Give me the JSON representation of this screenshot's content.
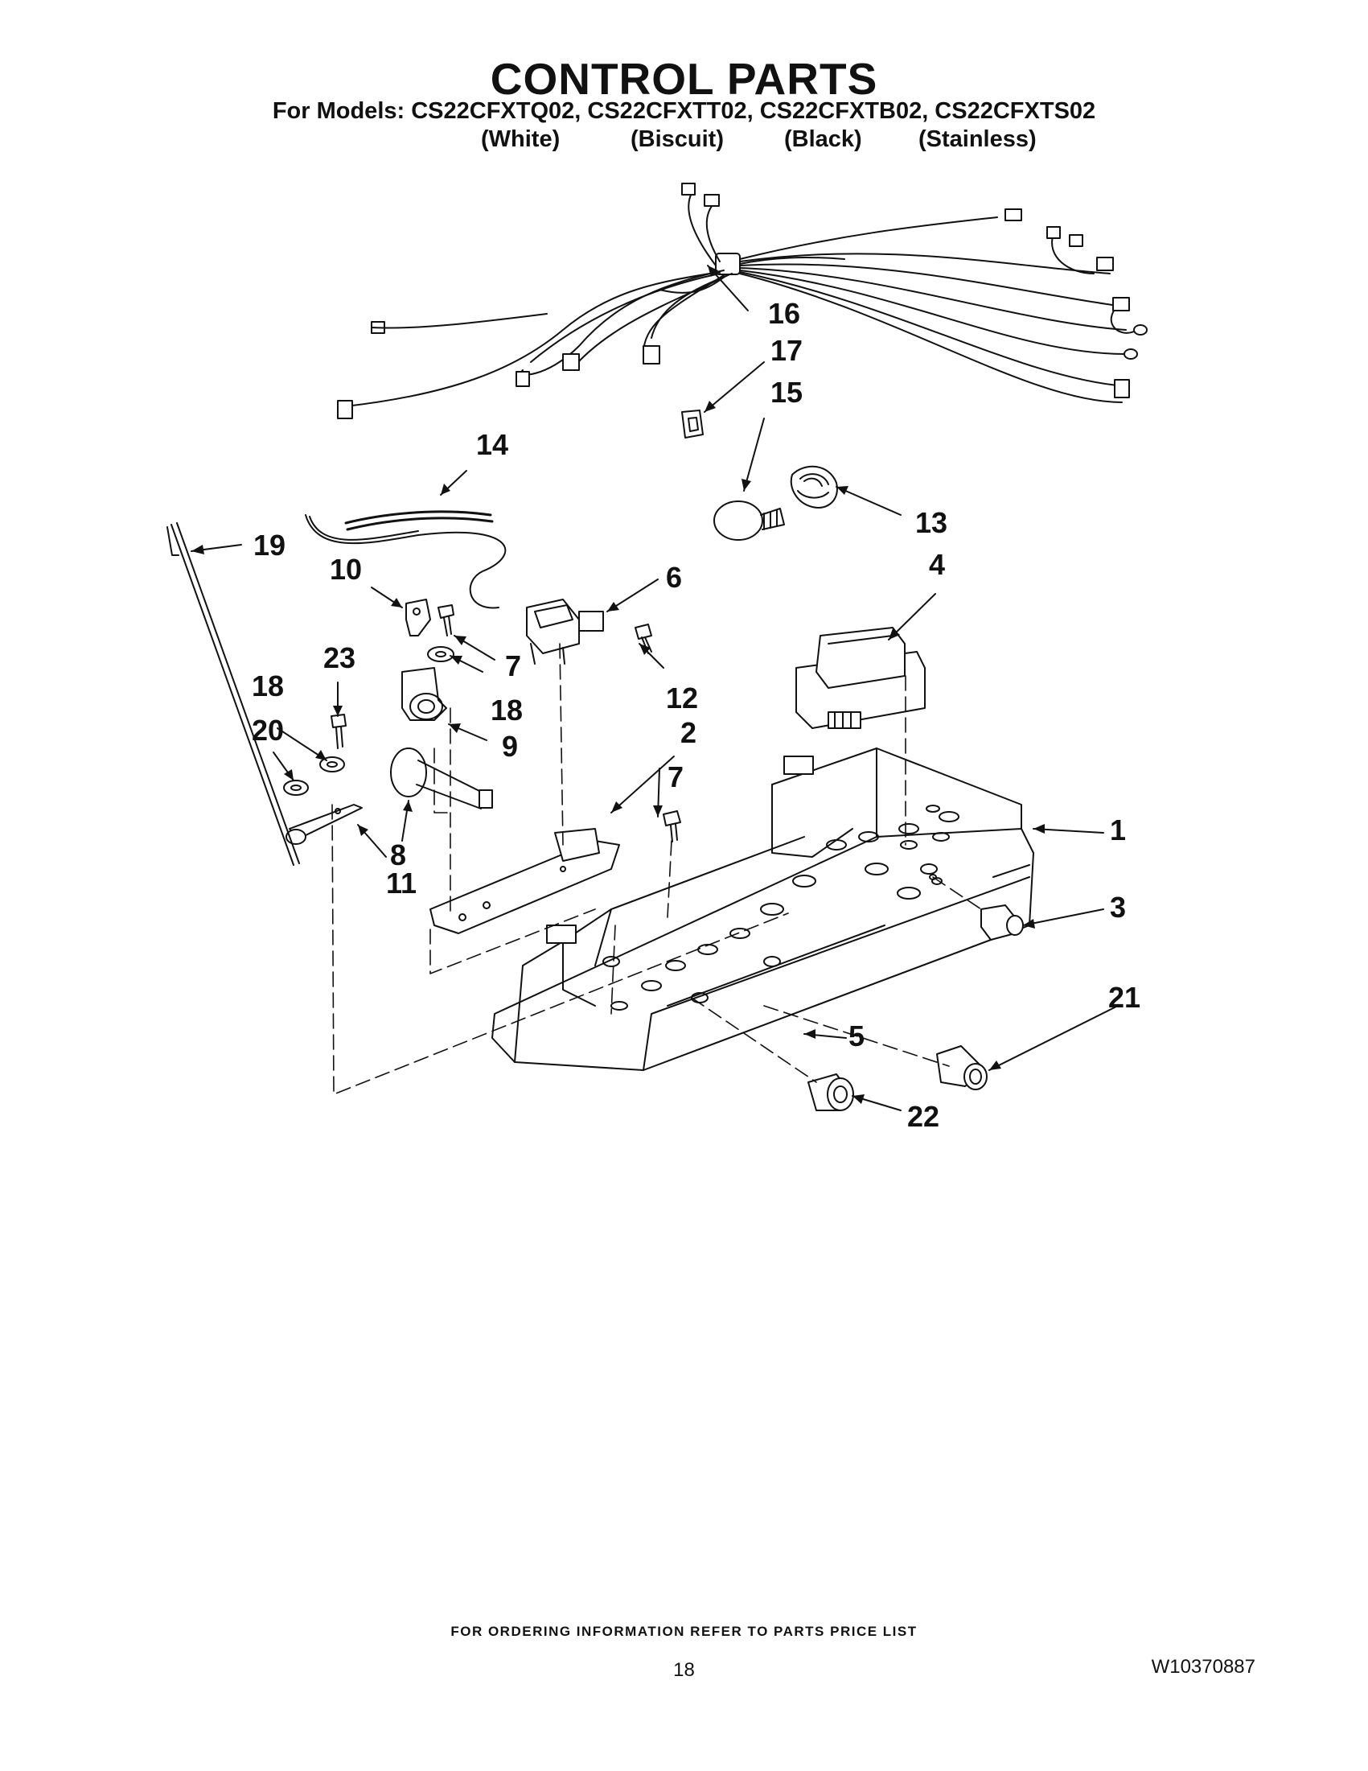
{
  "header": {
    "title": "CONTROL PARTS",
    "models_line": "For Models: CS22CFXTQ02, CS22CFXTT02, CS22CFXTB02, CS22CFXTS02",
    "variants": [
      "(White)",
      "(Biscuit)",
      "(Black)",
      "(Stainless)"
    ]
  },
  "callouts": [
    "1",
    "2",
    "3",
    "4",
    "5",
    "6",
    "7",
    "8",
    "9",
    "10",
    "11",
    "12",
    "13",
    "14",
    "15",
    "16",
    "17",
    "18",
    "19",
    "20",
    "21",
    "22",
    "23",
    "7",
    "18"
  ],
  "footer": {
    "ordering_note": "FOR ORDERING INFORMATION REFER TO PARTS PRICE LIST",
    "page_number": "18",
    "doc_number": "W10370887"
  }
}
